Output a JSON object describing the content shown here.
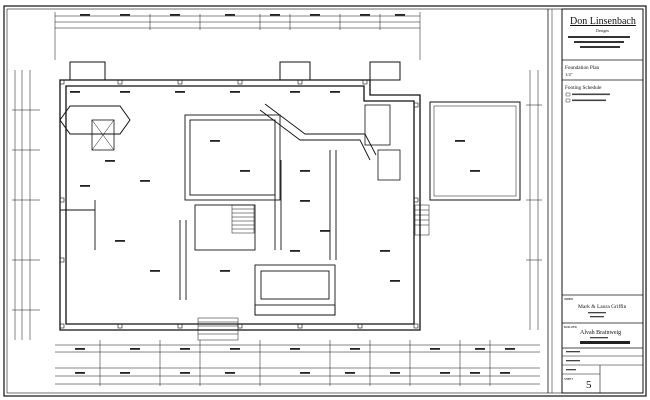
{
  "title_block": {
    "designer": "Don Linsenbach",
    "designer_subtitle": "Designs",
    "foundation_plan_label": "Foundation Plan",
    "foundation_plan_scale": "1/4\"",
    "footing_schedule_label": "Footing Schedule",
    "client": "Mark & Laura Griffin",
    "builder": "Alvah Brainweig",
    "sheet_number": "5"
  },
  "colors": {
    "line": "#111111",
    "paper": "#ffffff",
    "heavy": "#000000"
  }
}
